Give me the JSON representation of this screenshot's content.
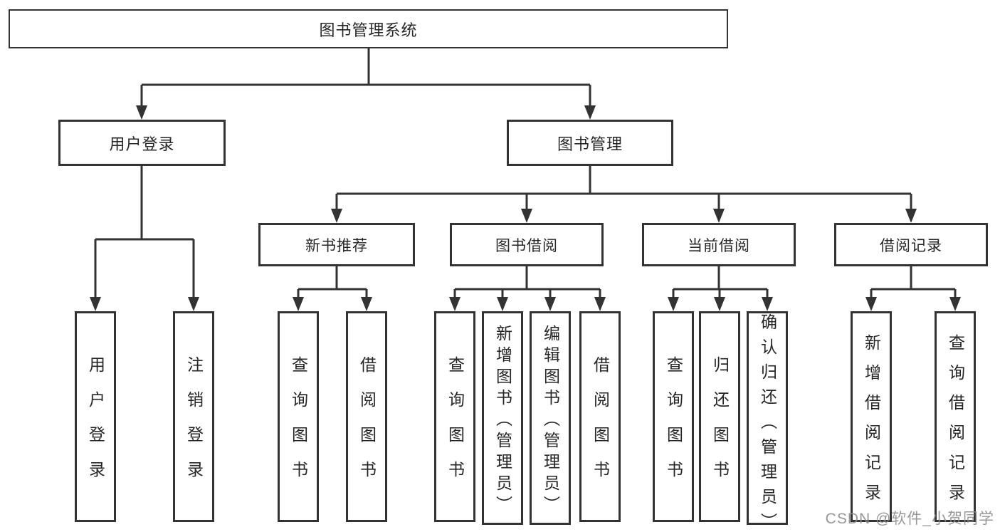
{
  "diagram": {
    "root": {
      "label": "图书管理系统"
    },
    "level2": [
      {
        "label": "用户登录"
      },
      {
        "label": "图书管理"
      }
    ],
    "level3": [
      {
        "label": "新书推荐"
      },
      {
        "label": "图书借阅"
      },
      {
        "label": "当前借阅"
      },
      {
        "label": "借阅记录"
      }
    ],
    "leaves": {
      "user_login": [
        "用户登录",
        "注销登录"
      ],
      "new_books": [
        "查询图书",
        "借阅图书"
      ],
      "book_borrow": [
        "查询图书",
        "新增图书（管理员）",
        "编辑图书（管理员）",
        "借阅图书"
      ],
      "current_borrow": [
        "查询图书",
        "归还图书",
        "确认归还（管理员）"
      ],
      "borrow_records": [
        "新增借阅记录",
        "查询借阅记录"
      ]
    }
  },
  "watermark": {
    "text": "CSDN @软件_小贺同学"
  },
  "colors": {
    "line": "#333333",
    "box_border": "#333333",
    "text": "#262626",
    "watermark": "#8c8c8c",
    "background": "#ffffff"
  }
}
